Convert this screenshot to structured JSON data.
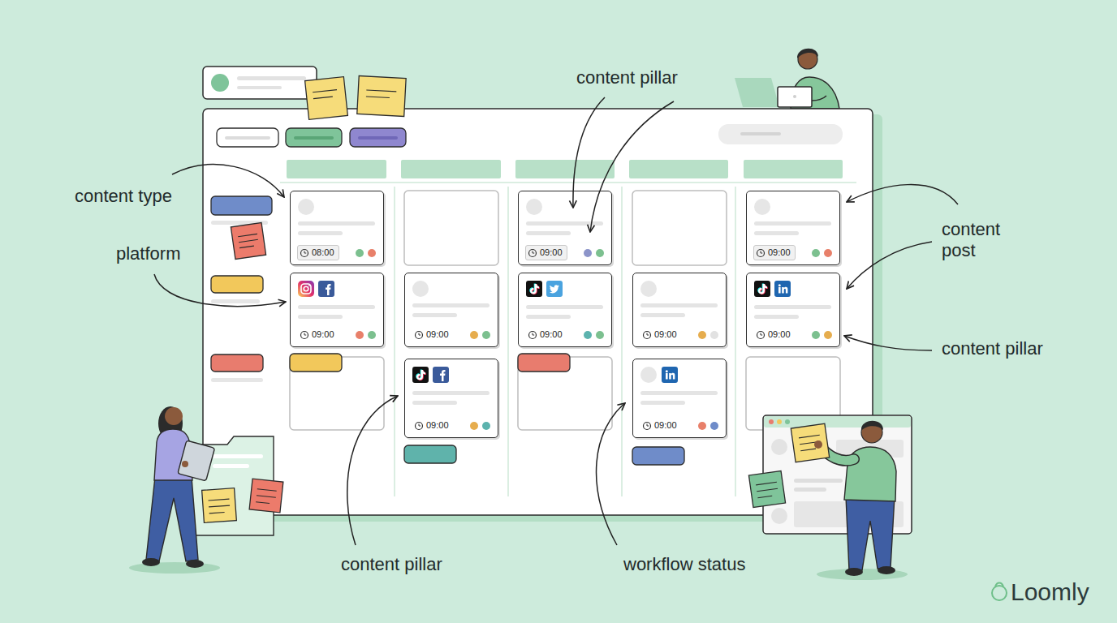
{
  "diagram": {
    "nodes": [
      {
        "text": [
          "08:00"
        ]
      },
      {
        "text": [
          "09:00"
        ]
      },
      {
        "text": [
          "09:00"
        ]
      },
      {
        "text": [
          "09:00"
        ]
      },
      {
        "text": [
          "09:00"
        ]
      },
      {
        "text": [
          "09:00"
        ]
      },
      {
        "text": [
          "09:00"
        ]
      },
      {
        "text": [
          "09:00"
        ]
      },
      {
        "text": [
          "09:00"
        ]
      },
      {
        "text": [
          "09:00"
        ]
      }
    ],
    "labels": [
      "content pillar",
      "content type",
      "content post",
      "platform",
      "content pillar",
      "content pillar",
      "workflow status",
      "Loomly"
    ]
  }
}
